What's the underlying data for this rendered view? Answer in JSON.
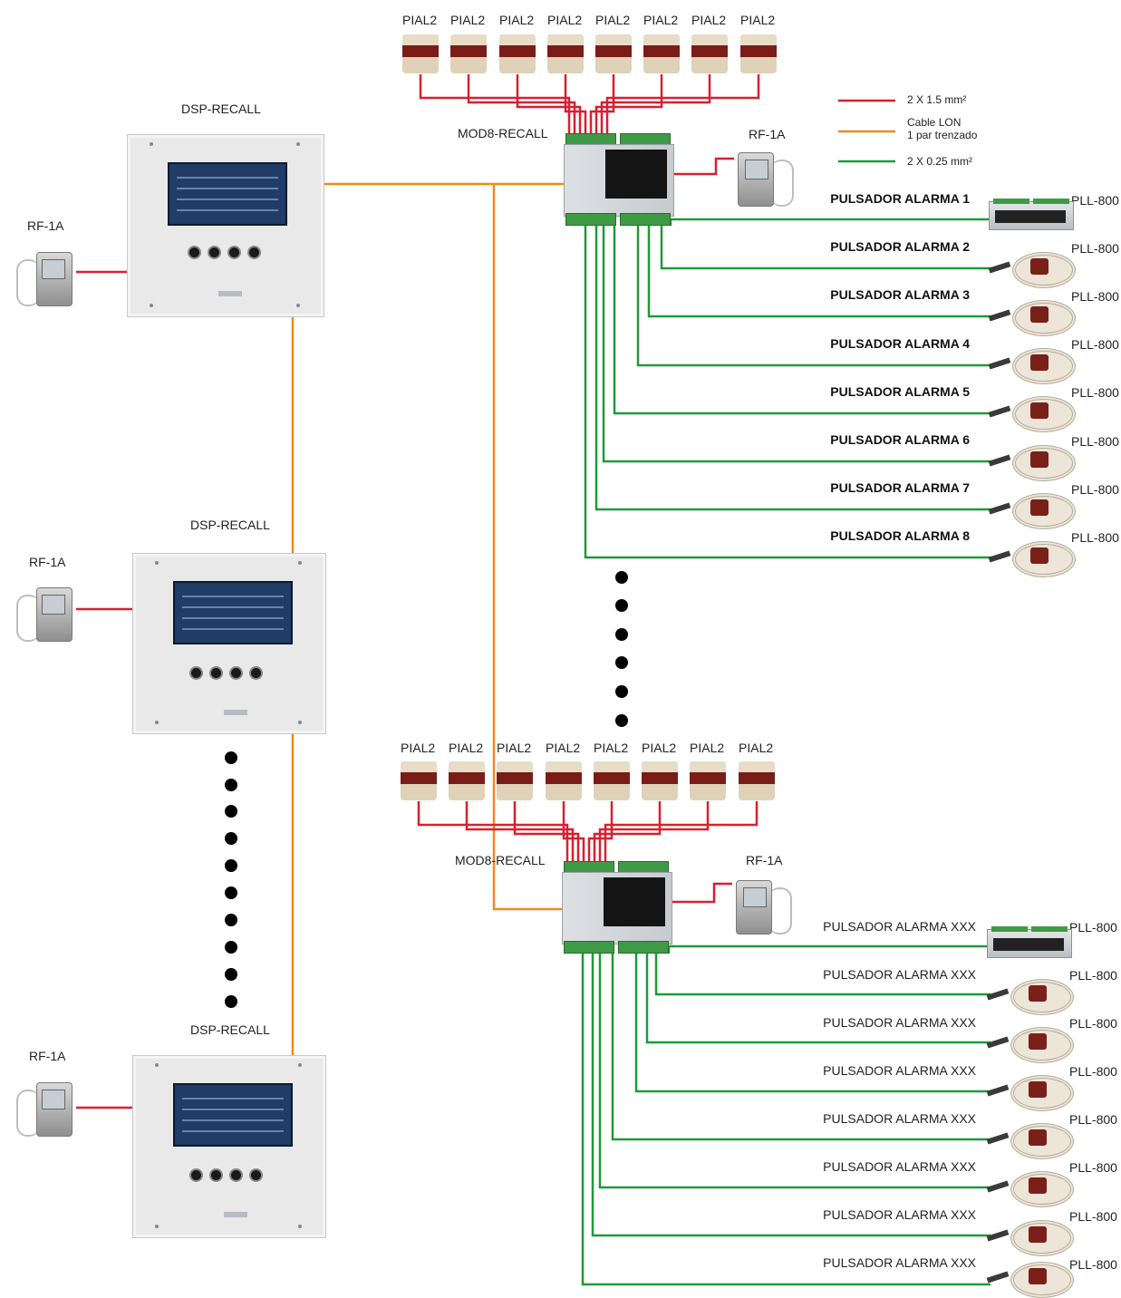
{
  "labels": {
    "pial": "PIAL2",
    "mod8": "MOD8-RECALL",
    "dsp": "DSP-RECALL",
    "rf": "RF-1A",
    "pll": "PLL-800",
    "alarm_1": "PULSADOR ALARMA 1",
    "alarm_2": "PULSADOR ALARMA 2",
    "alarm_3": "PULSADOR ALARMA 3",
    "alarm_4": "PULSADOR ALARMA 4",
    "alarm_5": "PULSADOR ALARMA 5",
    "alarm_6": "PULSADOR ALARMA 6",
    "alarm_7": "PULSADOR ALARMA 7",
    "alarm_8": "PULSADOR ALARMA 8",
    "alarm_xxx": "PULSADOR ALARMA XXX"
  },
  "legend": {
    "red": "2 X 1.5 mm²",
    "orange_line1": "Cable LON",
    "orange_line2": "1 par trenzado",
    "green": "2 X 0.25 mm²"
  },
  "colors": {
    "red_wire": "#d8202e",
    "orange_wire": "#ee8a1c",
    "green_wire": "#1e9a3a"
  }
}
